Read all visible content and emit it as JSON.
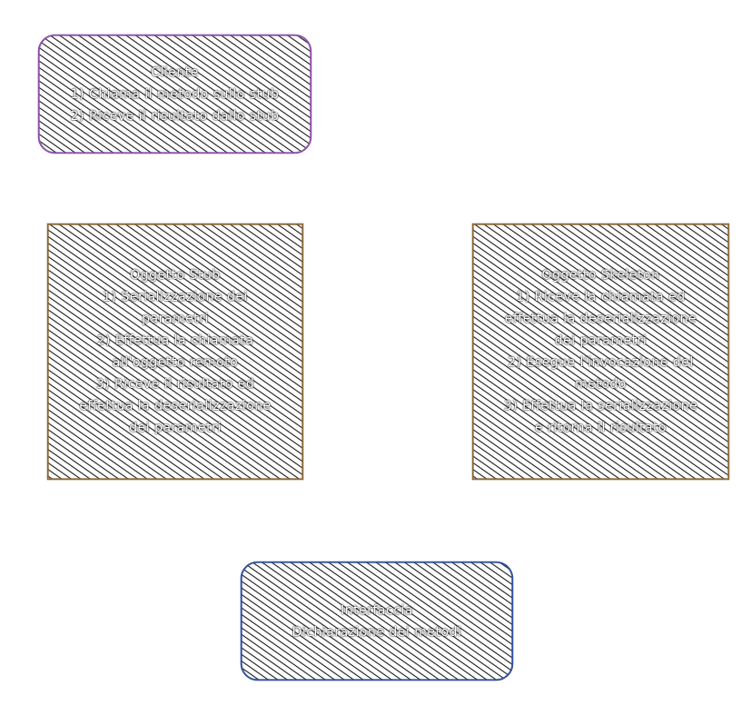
{
  "colors": {
    "client_stroke": "#8a4fa8",
    "stub_stroke": "#8a6a3a",
    "skeleton_stroke": "#8a6a3a",
    "interface_stroke": "#2f4fa0",
    "hatch": "#1a1a1a",
    "text": "#ffffff"
  },
  "nodes": {
    "client": {
      "lines": [
        "Cliente",
        "1) Chiama il metodo sullo stub",
        "2) Riceve il risultato dallo stub"
      ]
    },
    "stub": {
      "lines": [
        "Oggetto Stub",
        "1) Serializzazione dei",
        "parametri",
        "2) Effettua la chiamata",
        "all'oggetto remoto",
        "3) Riceve il risultato ed",
        "effettua la deserializzazione",
        "dei parametri"
      ]
    },
    "skeleton": {
      "lines": [
        "Oggetto Skeleton",
        "1) Riceve la chiamata ed",
        "effettua la deserializzazione",
        "dei parametri",
        "2) Esegue l'invocazione del",
        "metodo",
        "3) Effettua la serializzazione",
        "e ritorna il risultato"
      ]
    },
    "interface": {
      "lines": [
        "Interfaccia",
        "Dichiarazione dei metodi"
      ]
    }
  }
}
